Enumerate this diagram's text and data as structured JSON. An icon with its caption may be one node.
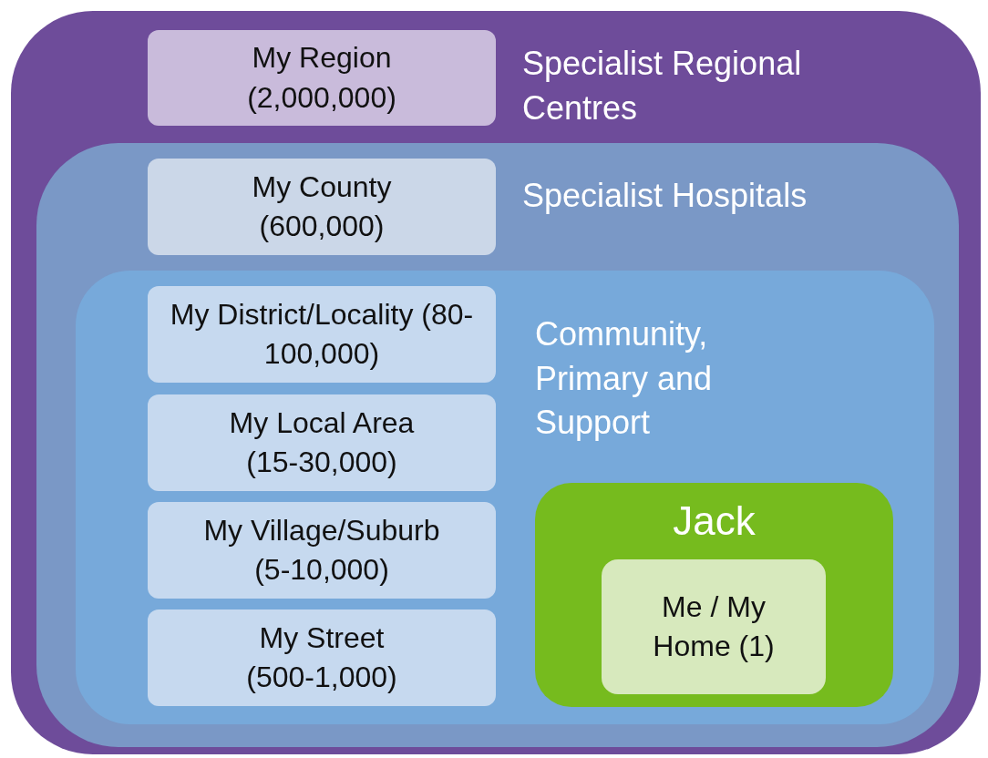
{
  "diagram": {
    "nodes": [
      {
        "text": [
          "Specialist Regional Centres"
        ]
      },
      {
        "text": [
          "My Region (2,000,000)"
        ],
        "in": 0
      },
      {
        "text": [
          "Specialist Hospitals"
        ],
        "in": 0
      },
      {
        "text": [
          "My County (600,000)"
        ],
        "in": 2
      },
      {
        "text": [
          "Community, Primary and Support"
        ],
        "in": 2
      },
      {
        "text": [
          "My District/Locality (80-100,000)"
        ],
        "in": 4
      },
      {
        "text": [
          "My Local Area (15-30,000)"
        ],
        "in": 4
      },
      {
        "text": [
          "My Village/Suburb (5-10,000)"
        ],
        "in": 4
      },
      {
        "text": [
          "My Street (500-1,000)"
        ],
        "in": 4
      },
      {
        "text": [
          "Jack"
        ],
        "in": 4
      },
      {
        "text": [
          "Me / My Home (1)"
        ],
        "in": 9
      }
    ]
  }
}
